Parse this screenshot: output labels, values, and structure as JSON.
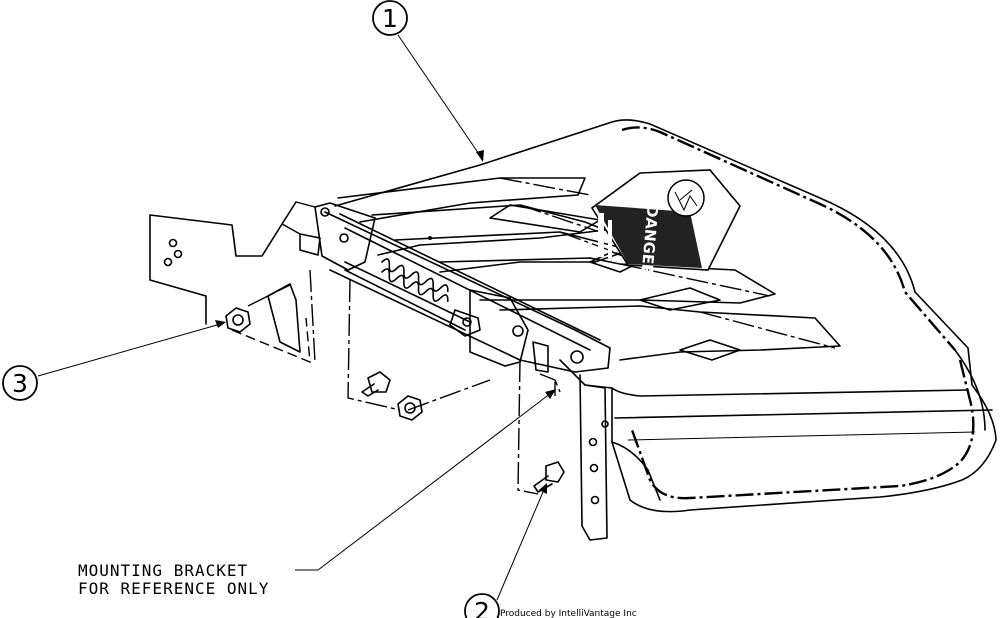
{
  "callouts": [
    {
      "id": "1"
    },
    {
      "id": "2"
    },
    {
      "id": "3"
    }
  ],
  "note": {
    "line1": "MOUNTING BRACKET",
    "line2": "FOR REFERENCE ONLY"
  },
  "decal": {
    "text": "DANGER"
  },
  "footer": {
    "text": "Produced by IntelliVantage Inc"
  }
}
